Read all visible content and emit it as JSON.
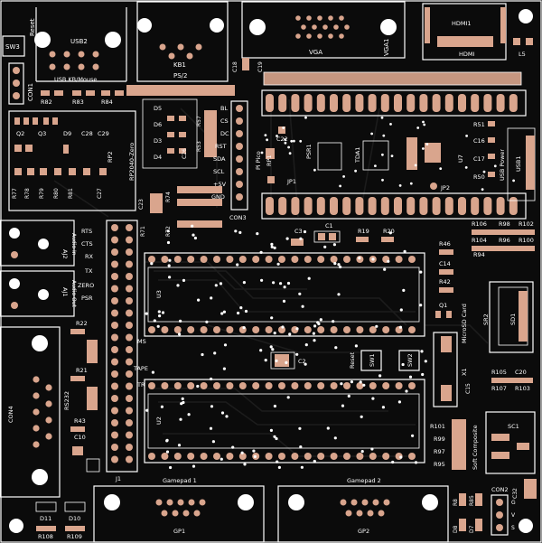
{
  "colors": {
    "board": "#0b0b0b",
    "copper": "#d9a58d",
    "silkscreen": "#ffffff",
    "trace": "#1c1c1c"
  },
  "labels": {
    "sw3": "SW3",
    "reset_top": "Reset",
    "usb2": "USB2",
    "usb_kb_mouse": "USB KB/Mouse",
    "kb1": "KB1",
    "ps2": "PS/2",
    "vga1": "VGA1",
    "vga": "VGA",
    "hdmi1": "HDMI1",
    "hdmi": "HDMI",
    "l5": "L5",
    "con1": "CON1",
    "r82": "R82",
    "r83": "R83",
    "r84": "R84",
    "c18": "C18",
    "c19": "C19",
    "d5": "D5",
    "d6": "D6",
    "d3": "D3",
    "d4": "D4",
    "r57": "R57",
    "r53": "R53",
    "c26": "C26",
    "q2": "Q2",
    "q3": "Q3",
    "d9": "D9",
    "c28": "C28",
    "c29": "C29",
    "rp2": "RP2",
    "rp2040_zero": "RP2040-Zero",
    "bl": "BL",
    "cs": "CS",
    "dc": "DC",
    "rst": "RST",
    "sda": "SDA",
    "scl": "SCL",
    "plus5v": "+5V",
    "gnd": "GND",
    "pi_pico": "Pi Pico",
    "con3": "CON3",
    "c22": "C22",
    "rp1": "RP1",
    "psr1": "PSR1",
    "tda1": "TDA1",
    "u7": "U7",
    "jp1": "JP1",
    "jp2": "JP2",
    "usb1": "USB1",
    "usb_power": "USB Power",
    "r51": "R51",
    "c16": "C16",
    "c17": "C17",
    "r50": "R50",
    "r77": "R77",
    "r78": "R78",
    "r79": "R79",
    "r80": "R80",
    "r81": "R81",
    "c27": "C27",
    "c23": "C23",
    "r74": "R74",
    "r71": "R71",
    "r72": "R72",
    "c1": "C1",
    "c3": "C3",
    "r19": "R19",
    "r20": "R20",
    "r106": "R106",
    "r98": "R98",
    "r102": "R102",
    "r104": "R104",
    "r96": "R96",
    "r100": "R100",
    "r46": "R46",
    "c14": "C14",
    "r94": "R94",
    "r42": "R42",
    "q1": "Q1",
    "microsd_card": "MicroSD Card",
    "sr2": "SR2",
    "sd1": "SD1",
    "aj2": "AJ2",
    "audio_in": "Audio In",
    "aj1": "AJ1",
    "audio_out": "Audio Out",
    "rts": "RTS",
    "cts": "CTS",
    "rx": "RX",
    "tx": "TX",
    "zero": "ZERO",
    "psr": "PSR",
    "ms": "MS",
    "tape": "TAPE",
    "tr": "TR",
    "u3": "U3",
    "u2": "U2",
    "j1": "J1",
    "r22": "R22",
    "r21": "R21",
    "r43": "R43",
    "c10": "C10",
    "c2": "C2",
    "reset_mid": "Reset",
    "sw1": "SW1",
    "sw2": "SW2",
    "x1": "X1",
    "c15": "C15",
    "r105": "R105",
    "c20": "C20",
    "r107": "R107",
    "r103": "R103",
    "r101": "R101",
    "r99": "R99",
    "r97": "R97",
    "r95": "R95",
    "soft_composite": "Soft Composite",
    "sc1": "SC1",
    "con4": "CON4",
    "rs232": "RS232",
    "gamepad1": "Gamepad 1",
    "gamepad2": "Gamepad 2",
    "gp1": "GP1",
    "gp2": "GP2",
    "d11": "D11",
    "d10": "D10",
    "r108": "R108",
    "r109": "R109",
    "con2": "CON2",
    "r8": "R8",
    "r85": "R85",
    "d8": "D8",
    "d7": "D7",
    "c32": "C32",
    "pin_g": "G",
    "pin_v": "V",
    "pin_s": "S"
  }
}
